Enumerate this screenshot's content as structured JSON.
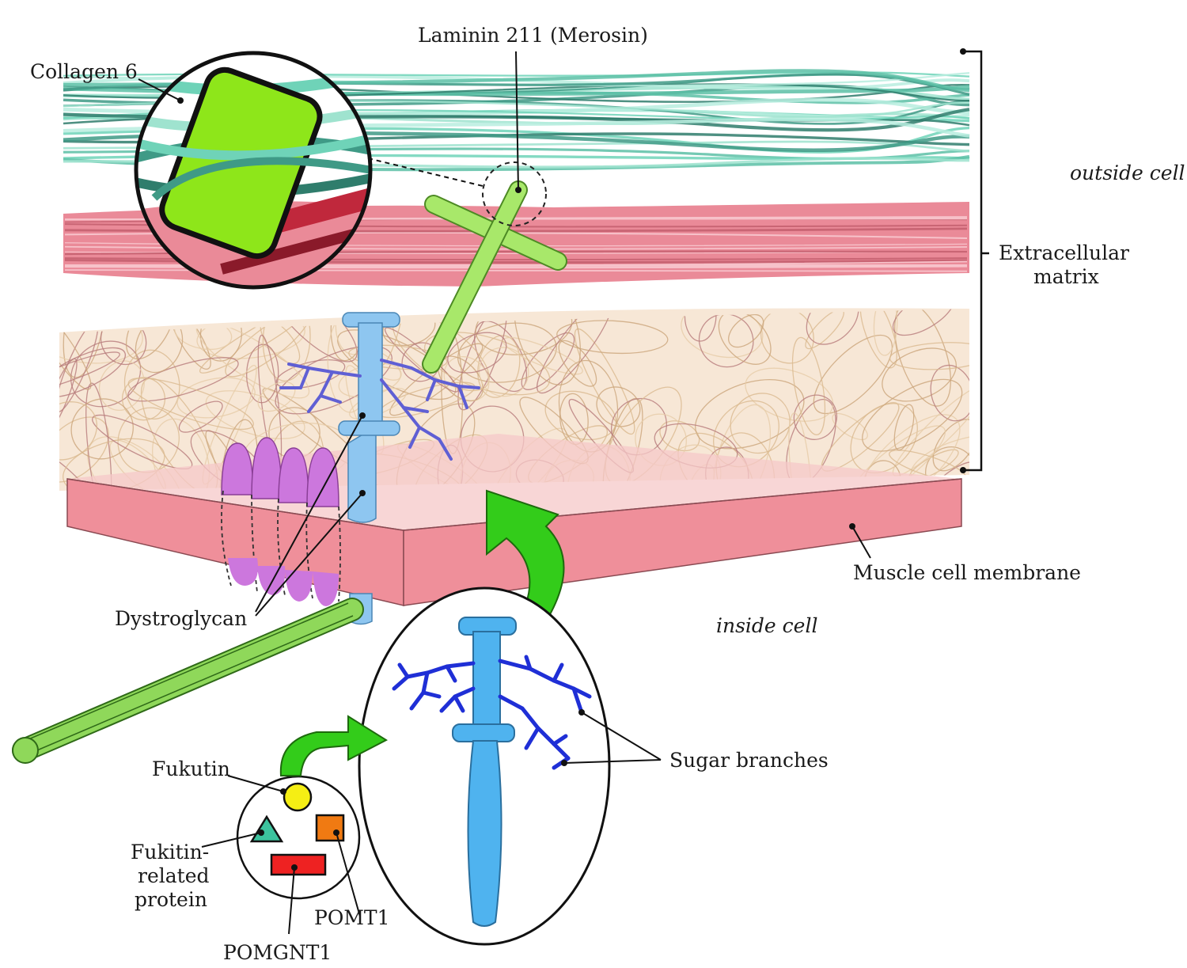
{
  "labels": {
    "collagen": "Collagen 6",
    "laminin": "Laminin 211 (Merosin)",
    "outside_cell": "outside cell",
    "ecm_line1": "Extracellular",
    "ecm_line2": "matrix",
    "muscle_membrane": "Muscle cell membrane",
    "inside_cell": "inside cell",
    "dystroglycan": "Dystroglycan",
    "sugar_branches": "Sugar branches",
    "fukutin": "Fukutin",
    "fkrp_line1": "Fukitin-",
    "fkrp_line2": "related",
    "fkrp_line3": "protein",
    "pomt1": "POMT1",
    "pomgnt1": "POMGNT1"
  },
  "colors": {
    "collagen": "#6fd3b8",
    "collagen_dark": "#3f9a86",
    "basement_pink": "#e88a98",
    "laminin_green": "#a8e86a",
    "zoom_green": "#8ee61a",
    "mesh_tan": "#d9b98e",
    "mesh_mauve": "#b67a7a",
    "membrane_pink": "#ef8f9a",
    "dystroglycan_blue": "#8ec6f0",
    "dystroglycan_bright": "#4fb3ef",
    "sugar_blue": "#1f2fd6",
    "sarcoglycan_purple": "#cc77dd",
    "arrow_green": "#33cc1a",
    "actin_green": "#8fd85a",
    "fukutin_yellow": "#f5ee14",
    "fkrp_teal": "#3cc39e",
    "pomt1_orange": "#f07a12",
    "pomgnt1_red": "#ee2222"
  }
}
